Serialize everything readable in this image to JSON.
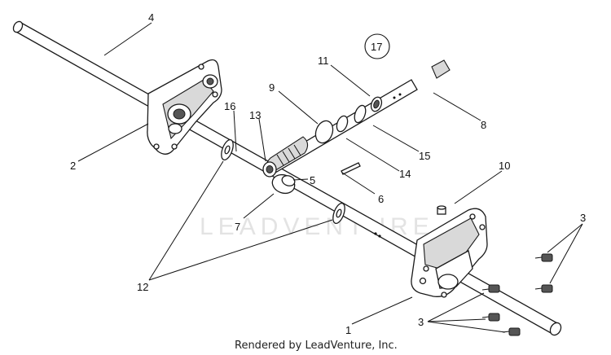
{
  "watermark": "LEADVENTURE",
  "credit": "Rendered by LeadVenture, Inc.",
  "callouts": {
    "c1": "1",
    "c2": "2",
    "c3": "3",
    "c3b": "3",
    "c4": "4",
    "c5": "5",
    "c6": "6",
    "c7": "7",
    "c8": "8",
    "c9": "9",
    "c10": "10",
    "c11": "11",
    "c12": "12",
    "c13": "13",
    "c14": "14",
    "c15": "15",
    "c16": "16",
    "c17": "17"
  }
}
